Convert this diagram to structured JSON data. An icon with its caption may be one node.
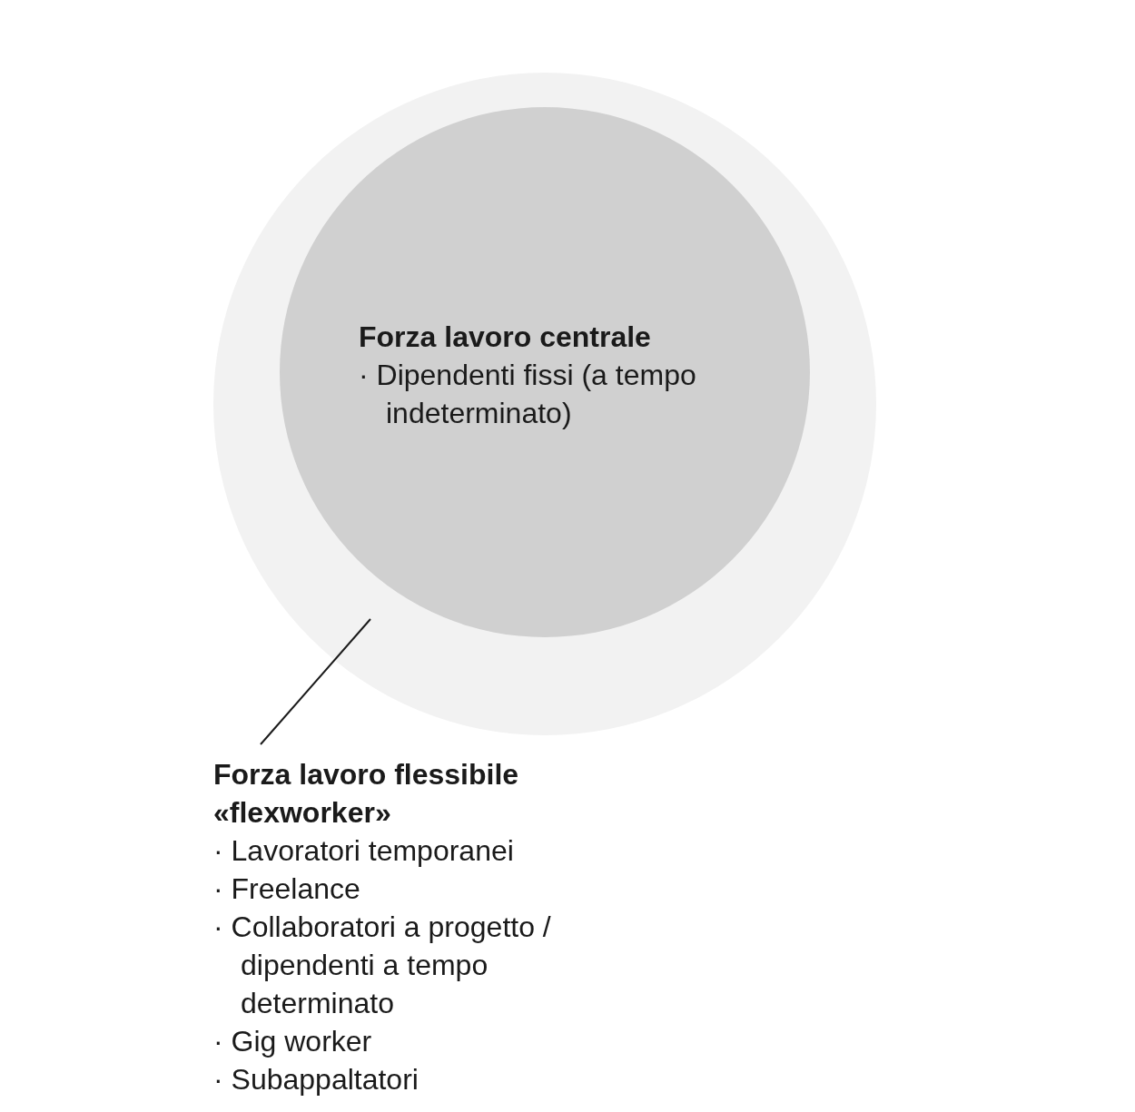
{
  "diagram": {
    "nodes": [
      {
        "text": [],
        "shape": "circle"
      },
      {
        "text": [
          "Forza lavoro centrale",
          "· Dipendenti fissi (a tempo indeterminato)"
        ],
        "in": 0
      },
      {
        "text": [
          "Forza lavoro flessibile «flexworker»",
          "· Lavoratori temporanei",
          "· Freelance",
          "· Collaboratori a progetto / dipendenti a tempo determinato",
          "· Gig worker",
          "· Subappaltatori"
        ]
      }
    ],
    "edges": [
      {
        "from": 2,
        "to": 0,
        "arrow": "none"
      }
    ]
  }
}
